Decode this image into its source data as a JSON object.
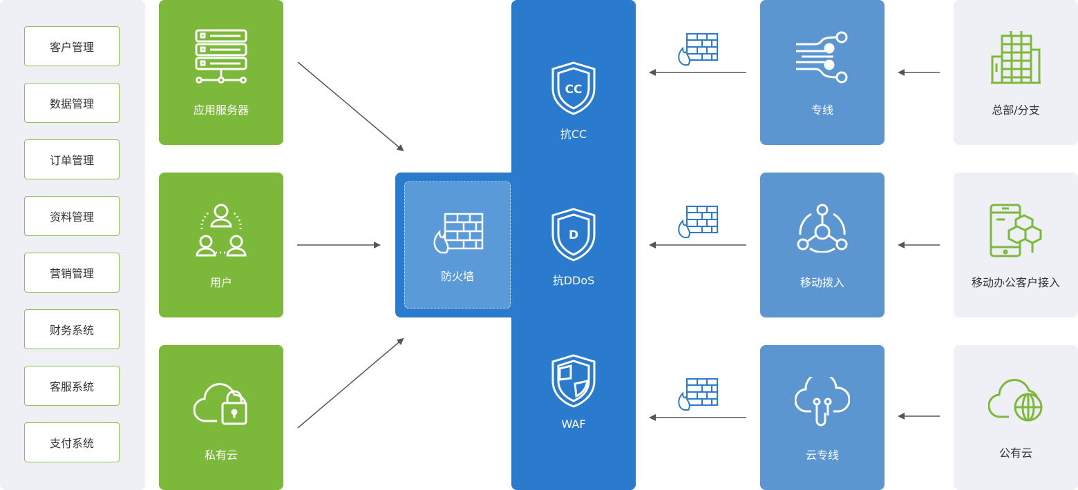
{
  "systems": [
    "客户管理",
    "数据管理",
    "订单管理",
    "资料管理",
    "营销管理",
    "财务系统",
    "客服系统",
    "支付系统"
  ],
  "sources": [
    {
      "label": "应用服务器",
      "icon": "server-icon"
    },
    {
      "label": "用户",
      "icon": "users-icon"
    },
    {
      "label": "私有云",
      "icon": "private-cloud-lock-icon"
    }
  ],
  "firewall": {
    "label": "防火墙",
    "icon": "firewall-icon"
  },
  "security": [
    {
      "label": "抗CC",
      "icon": "shield-cc-icon"
    },
    {
      "label": "抗DDoS",
      "icon": "shield-ddos-icon"
    },
    {
      "label": "WAF",
      "icon": "shield-waf-icon"
    }
  ],
  "links": [
    {
      "label": "专线",
      "icon": "dedicated-line-icon"
    },
    {
      "label": "移动拨入",
      "icon": "mobile-dial-in-icon"
    },
    {
      "label": "云专线",
      "icon": "cloud-line-icon"
    }
  ],
  "endpoints": [
    {
      "label": "总部/分支",
      "icon": "building-icon"
    },
    {
      "label": "移动办公客户接入",
      "icon": "mobile-office-icon"
    },
    {
      "label": "公有云",
      "icon": "public-cloud-icon"
    }
  ],
  "colors": {
    "green": "#7cb83a",
    "blue_dark": "#2a7acd",
    "blue_light": "#5b96d1",
    "panel": "#eef0f6",
    "arrow": "#555555"
  }
}
